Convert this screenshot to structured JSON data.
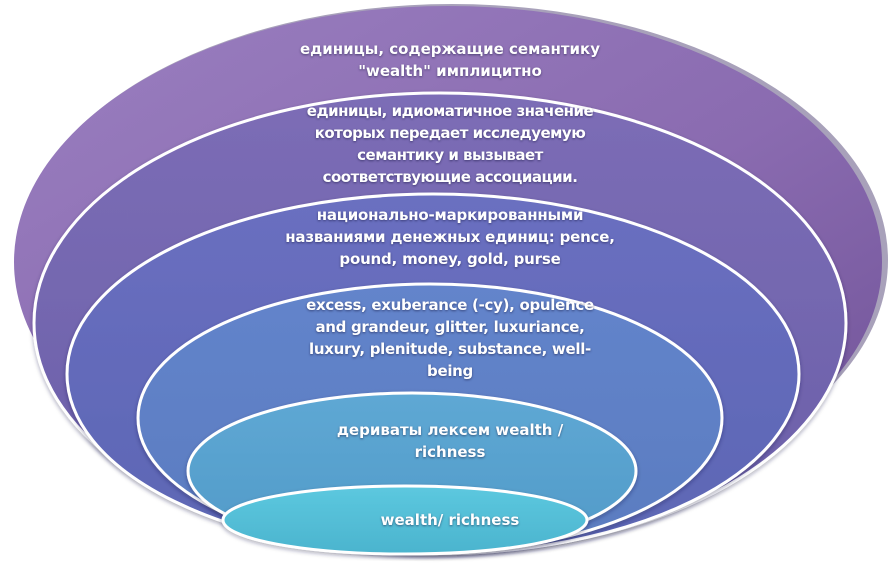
{
  "colors": {
    "outer": "#8a6bb0",
    "ring2": "#7468b2",
    "ring3": "#6a72bf",
    "ring4": "#6085c7",
    "ring5": "#5aa0cf",
    "core": "#55c0d8",
    "border": "#ffffff"
  },
  "layers": [
    {
      "lines": [
        "единицы, содержащие  семантику",
        "\"wealth\" имплицитно"
      ]
    },
    {
      "lines": [
        "единицы, идиоматичное значение",
        "которых передает исследуемую",
        "семантику и вызывает",
        "соответствующие ассоциации."
      ]
    },
    {
      "lines": [
        "национально-маркированными",
        "названиями денежных единиц: pence,",
        "pound, money, gold, purse"
      ]
    },
    {
      "lines": [
        "excess, exuberance (-cy), opulence",
        "and grandeur, glitter, luxuriance,",
        "luxury, plenitude, substance, well-",
        "being"
      ]
    },
    {
      "lines": [
        "дериваты лексем wealth /",
        "richness"
      ]
    },
    {
      "lines": [
        "wealth/ richness"
      ]
    }
  ]
}
